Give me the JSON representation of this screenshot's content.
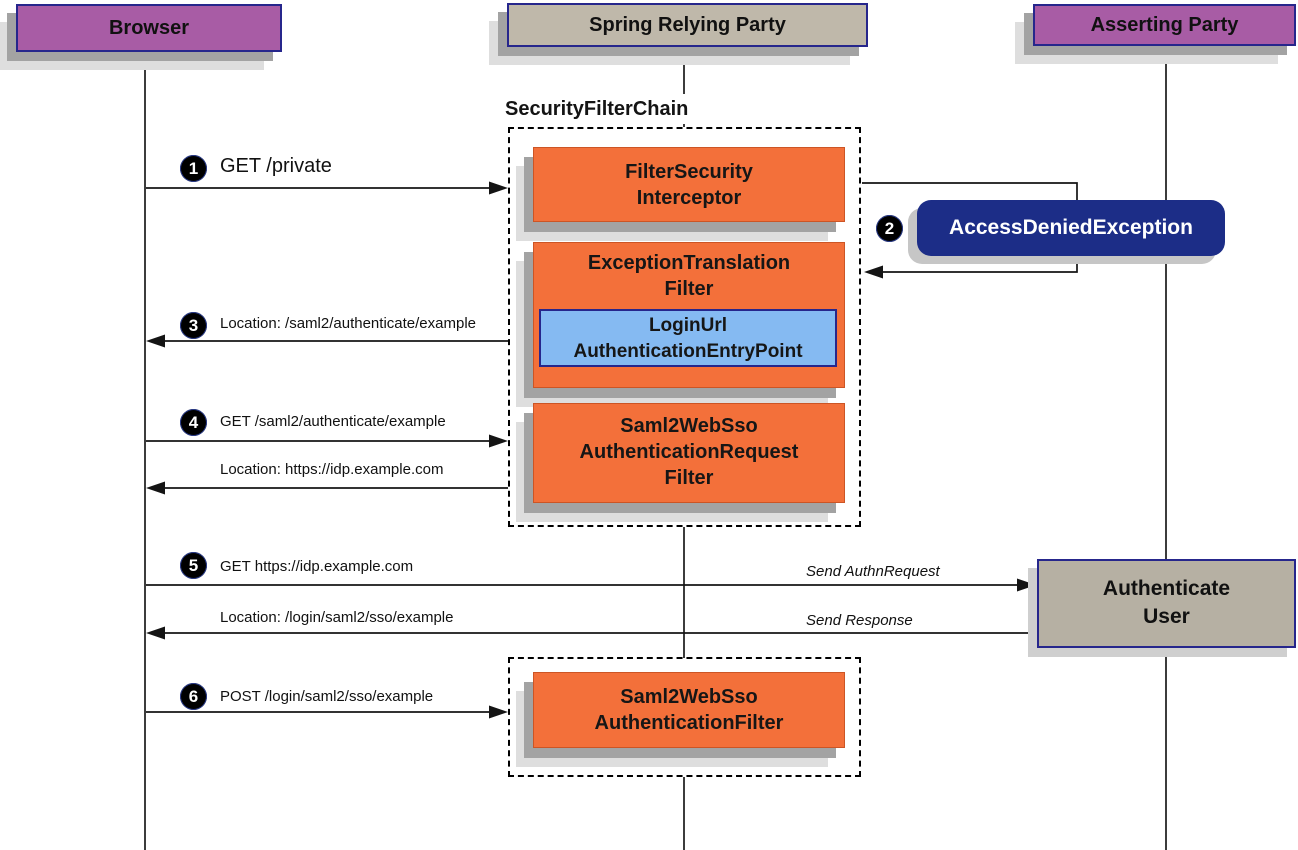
{
  "colors": {
    "purple": "#a85ca5",
    "tan": "#bfb8aa",
    "tan-dark": "#b6b0a3",
    "orange": "#f3703a",
    "orange-border": "#cc5525",
    "light-blue": "#85baf2",
    "navy": "#1c2d87",
    "box-border": "#26268c",
    "shadow-mid": "#a3a3a3",
    "shadow-light": "#dedede"
  },
  "actors": {
    "browser": "Browser",
    "relying_party": "Spring Relying Party",
    "asserting_party": "Asserting Party"
  },
  "filter_chain": {
    "label": "SecurityFilterChain"
  },
  "boxes": {
    "fsi": {
      "l1": "FilterSecurity",
      "l2": "Interceptor"
    },
    "etf": {
      "l1": "ExceptionTranslation",
      "l2": "Filter"
    },
    "entry_point": {
      "l1": "LoginUrl",
      "l2": "AuthenticationEntryPoint"
    },
    "saml2_request_filter": {
      "l1": "Saml2WebSso",
      "l2": "AuthenticationRequest",
      "l3": "Filter"
    },
    "saml2_filter": {
      "l1": "Saml2WebSso",
      "l2": "AuthenticationFilter"
    },
    "access_denied": "AccessDeniedException",
    "authenticate_user": {
      "l1": "Authenticate",
      "l2": "User"
    }
  },
  "messages": [
    {
      "num": "1",
      "text": "GET /private"
    },
    {
      "num": "2"
    },
    {
      "num": "3",
      "text": "Location: /saml2/authenticate/example"
    },
    {
      "num": "4",
      "text": "GET /saml2/authenticate/example"
    },
    {
      "text": "Location: https://idp.example.com"
    },
    {
      "num": "5",
      "text": "GET https://idp.example.com",
      "note": "Send AuthnRequest"
    },
    {
      "text": "Location: /login/saml2/sso/example",
      "note": "Send Response"
    },
    {
      "num": "6",
      "text": "POST /login/saml2/sso/example"
    }
  ]
}
